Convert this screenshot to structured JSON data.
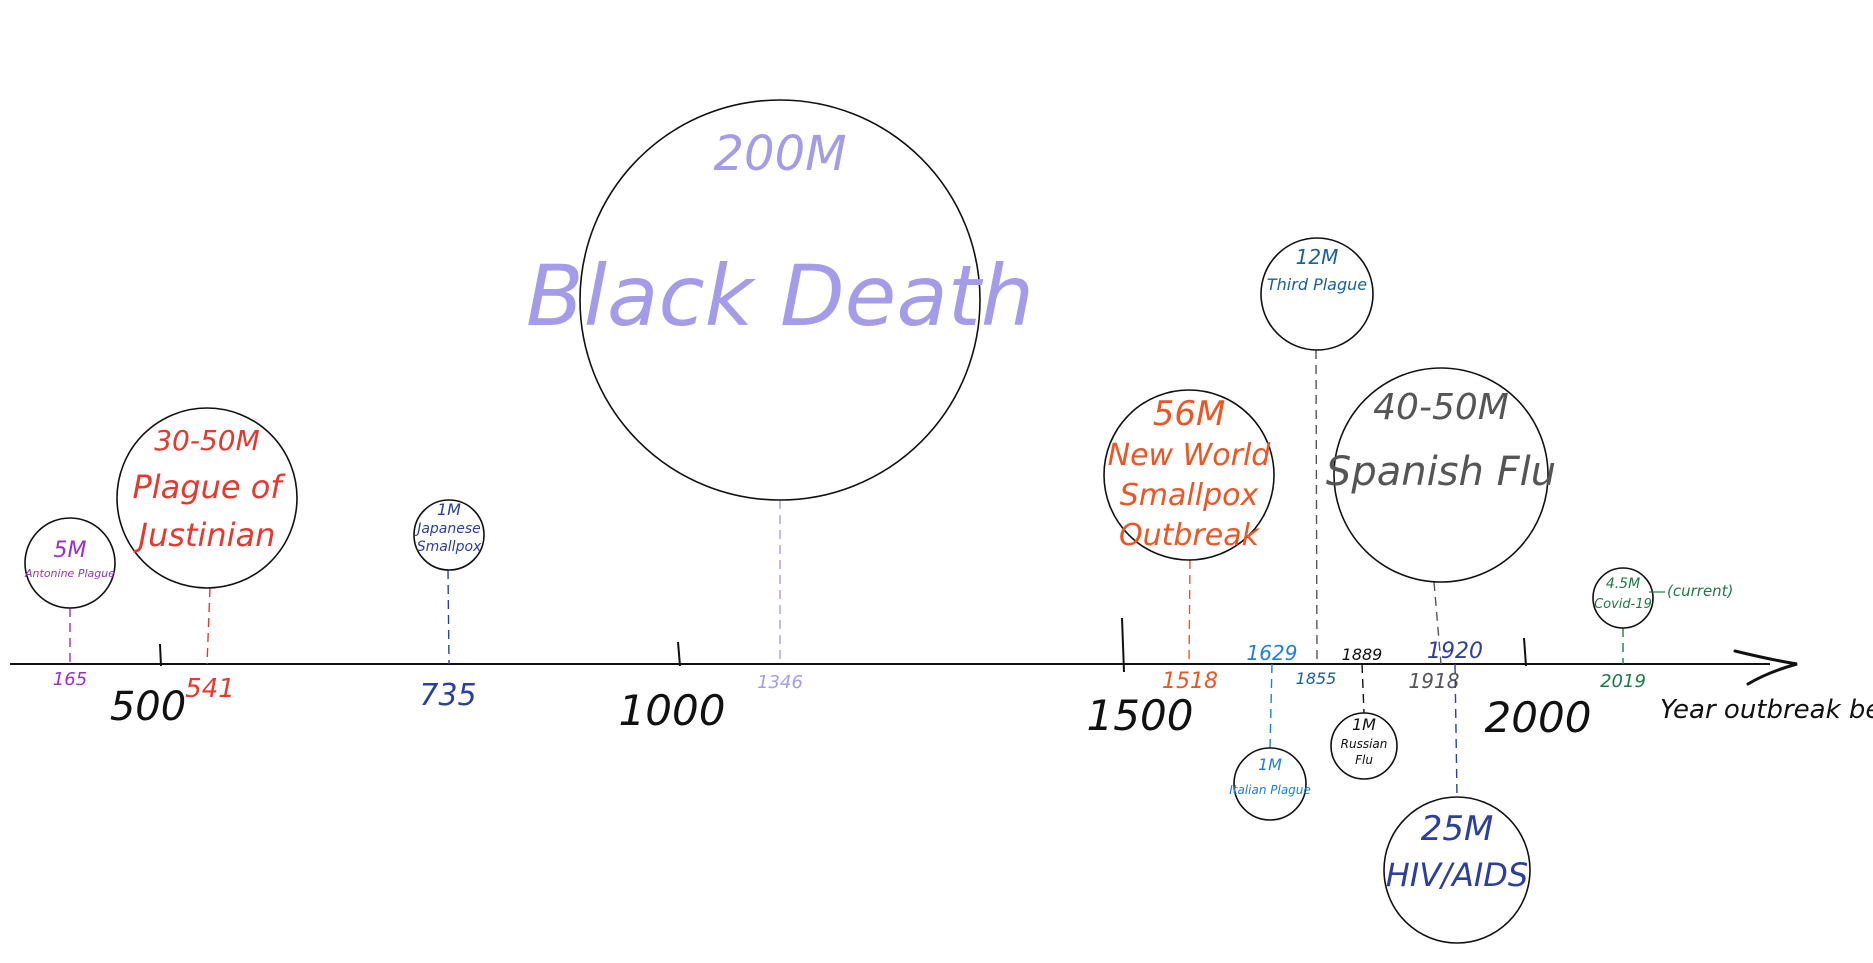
{
  "axis": {
    "label": "Year outbreak began",
    "ticks": [
      {
        "year": "500",
        "color": "#111111"
      },
      {
        "year": "1000",
        "color": "#111111"
      },
      {
        "year": "1500",
        "color": "#111111"
      },
      {
        "year": "2000",
        "color": "#111111"
      }
    ]
  },
  "events": [
    {
      "id": "antonine-plague",
      "year": "165",
      "deaths": "5M",
      "name": [
        "Antonine Plague"
      ],
      "color": "#9b2fc9"
    },
    {
      "id": "plague-of-justinian",
      "year": "541",
      "deaths": "30-50M",
      "name": [
        "Plague of",
        "Justinian"
      ],
      "color": "#e8382e"
    },
    {
      "id": "japanese-smallpox",
      "year": "735",
      "deaths": "1M",
      "name": [
        "Japanese",
        "Smallpox"
      ],
      "color": "#2b3f9c"
    },
    {
      "id": "black-death",
      "year": "1346",
      "deaths": "200M",
      "name": [
        "Black Death"
      ],
      "color": "#a49ce8"
    },
    {
      "id": "new-world-smallpox",
      "year": "1518",
      "deaths": "56M",
      "name": [
        "New World",
        "Smallpox",
        "Outbreak"
      ],
      "color": "#ee5522"
    },
    {
      "id": "italian-plague",
      "year": "1629",
      "deaths": "1M",
      "name": [
        "Italian Plague"
      ],
      "color": "#1f7fd8"
    },
    {
      "id": "third-plague",
      "year": "1855",
      "deaths": "12M",
      "name": [
        "Third Plague"
      ],
      "color": "#1a5fa3"
    },
    {
      "id": "russian-flu",
      "year": "1889",
      "deaths": "1M",
      "name": [
        "Russian",
        "Flu"
      ],
      "color": "#111111"
    },
    {
      "id": "spanish-flu",
      "year": "1918",
      "deaths": "40-50M",
      "name": [
        "Spanish Flu"
      ],
      "color": "#555555"
    },
    {
      "id": "hiv-aids",
      "year": "1920",
      "deaths": "25M",
      "name": [
        "HIV/AIDS"
      ],
      "color": "#2b3f9c"
    },
    {
      "id": "covid-19",
      "year": "2019",
      "deaths": "4.5M",
      "name": [
        "Covid-19"
      ],
      "note": "(current)",
      "color": "#1e7a48"
    }
  ]
}
